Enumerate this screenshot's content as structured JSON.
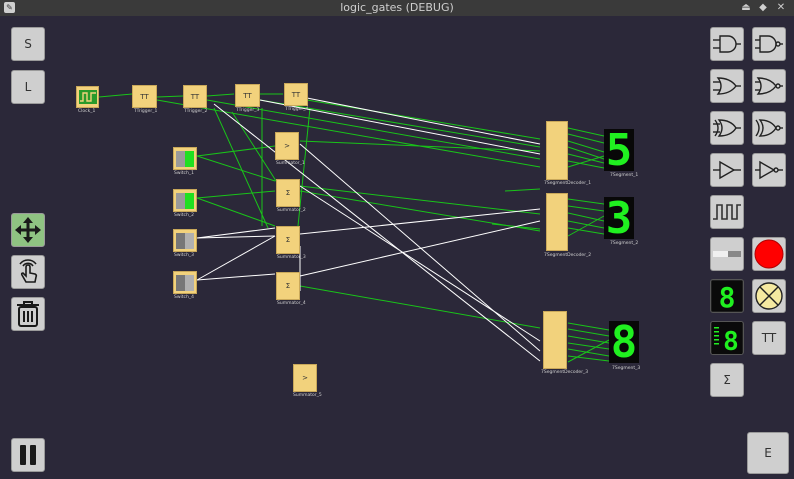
{
  "window": {
    "title": "logic_gates (DEBUG)"
  },
  "titlebar_icons": [
    "app-icon",
    "minimize-icon",
    "maximize-icon",
    "close-icon"
  ],
  "left_toolbar": {
    "save_label": "S",
    "load_label": "L",
    "tools": [
      "move-arrows-icon",
      "touch-hand-icon",
      "trash-icon"
    ],
    "pause_icon": "pause-icon"
  },
  "right_palette": {
    "items": [
      "and-gate-icon",
      "nand-gate-icon",
      "or-gate-icon",
      "nor-gate-icon",
      "xor-gate-icon",
      "xnor-gate-icon",
      "buffer-gate-icon",
      "not-gate-icon",
      "clock-icon",
      "switch-icon",
      "led-icon",
      "seven-segment-icon",
      "lamp-icon",
      "seven-segment-decoder-icon"
    ],
    "tt_label": "TT",
    "sum_label": "Σ",
    "e_label": "E"
  },
  "components": {
    "clock": {
      "label": "Clock_1"
    },
    "triggers": [
      {
        "symbol": "TT",
        "label": "TTrigger_1"
      },
      {
        "symbol": "TT",
        "label": "TTrigger_2"
      },
      {
        "symbol": "TT",
        "label": "TTrigger_3"
      },
      {
        "symbol": "TT",
        "label": "TTrigger_4"
      }
    ],
    "switches": [
      {
        "label": "Switch_1"
      },
      {
        "label": "Switch_2"
      },
      {
        "label": "Switch_3"
      },
      {
        "label": "Switch_4"
      }
    ],
    "summators": [
      {
        "symbol": ">",
        "label": "Summator_1"
      },
      {
        "symbol": "Σ",
        "label": "Summator_2"
      },
      {
        "symbol": "Σ",
        "label": "Summator_3"
      },
      {
        "symbol": "Σ",
        "label": "Summator_4"
      },
      {
        "symbol": ">",
        "label": "Summator_5"
      }
    ],
    "decoders": [
      {
        "label": "7SegmentDecoder_1"
      },
      {
        "label": "7SegmentDecoder_2"
      },
      {
        "label": "7SegmentDecoder_3"
      }
    ],
    "displays": [
      {
        "digit": "5",
        "label": "7Segment_1"
      },
      {
        "digit": "3",
        "label": "7Segment_2"
      },
      {
        "digit": "8",
        "label": "7Segment_3"
      }
    ],
    "palette_display_digit": "8"
  },
  "colors": {
    "background": "#2b2839",
    "component": "#f2d27c",
    "wire_active": "#19c419",
    "wire_inactive": "#ffffff",
    "segment_on": "#20f020",
    "led_red": "#ff0000",
    "lamp": "#f5e9a0"
  }
}
